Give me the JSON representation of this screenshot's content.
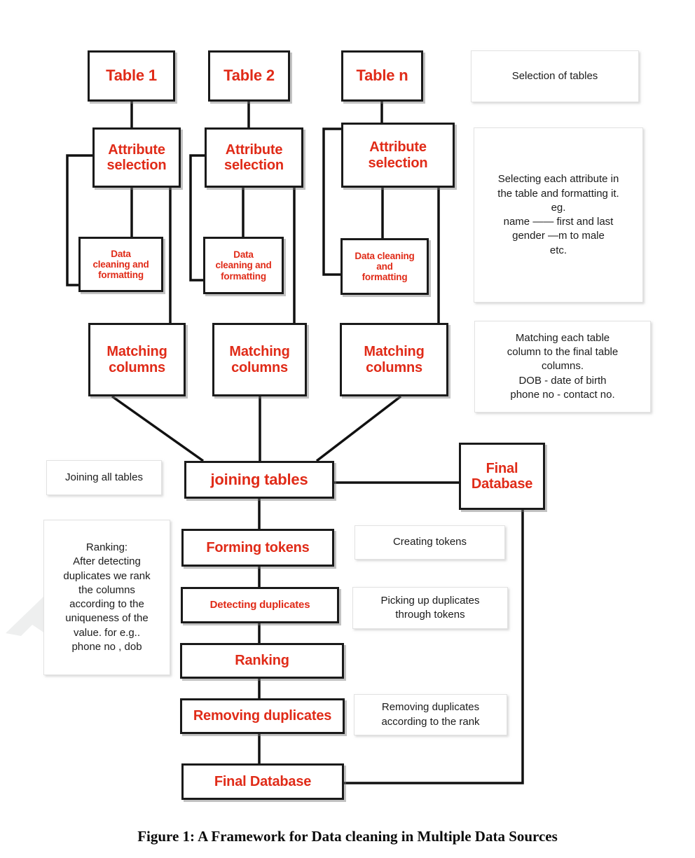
{
  "figure": {
    "caption": "Figure 1: A Framework for Data cleaning in Multiple Data Sources"
  },
  "diagram": {
    "type": "flowchart",
    "title": "A Framework for Data cleaning in Multiple Data Sources",
    "columns": [
      {
        "id": "col-1",
        "source_table": "Table 1",
        "attribute_selection": "Attribute\nselection",
        "data_cleaning": "Data\ncleaning and\nformatting",
        "matching_columns": "Matching\ncolumns"
      },
      {
        "id": "col-2",
        "source_table": "Table 2",
        "attribute_selection": "Attribute\nselection",
        "data_cleaning": "Data\ncleaning and\nformatting",
        "matching_columns": "Matching\ncolumns"
      },
      {
        "id": "col-n",
        "source_table": "Table n",
        "attribute_selection": "Attribute\nselection",
        "data_cleaning": "Data cleaning\nand\nformatting",
        "matching_columns": "Matching\ncolumns"
      }
    ],
    "pipeline": {
      "joining_tables": "joining tables",
      "forming_tokens": "Forming tokens",
      "detecting_duplicates": "Detecting duplicates",
      "ranking": "Ranking",
      "removing_duplicates": "Removing duplicates",
      "final_database_bottom": "Final Database",
      "final_database_right": "Final\nDatabase"
    },
    "annotations": {
      "selection_of_tables": "Selection of tables",
      "attribute_formatting": "Selecting each attribute in\nthe table and formatting it.\neg.\nname —— first and last\ngender —m to male\netc.",
      "matching_columns_note": "Matching each table\ncolumn to the final table\ncolumns.\nDOB - date of birth\nphone no - contact no.",
      "joining_all_tables": "Joining all tables",
      "ranking_note": "Ranking:\nAfter detecting\nduplicates we rank\nthe columns\naccording to the\nuniqueness of the\nvalue. for e.g..\nphone no , dob",
      "creating_tokens": "Creating tokens",
      "picking_duplicates": "Picking up duplicates\nthrough tokens",
      "removing_duplicates_note": "Removing duplicates\naccording to the rank"
    }
  },
  "colors": {
    "node_text": "#e02b18",
    "node_border": "#1a1a1a",
    "note_border": "#e2e2e2",
    "note_text": "#1b1b1b",
    "edge": "#111111",
    "background": "#ffffff"
  }
}
